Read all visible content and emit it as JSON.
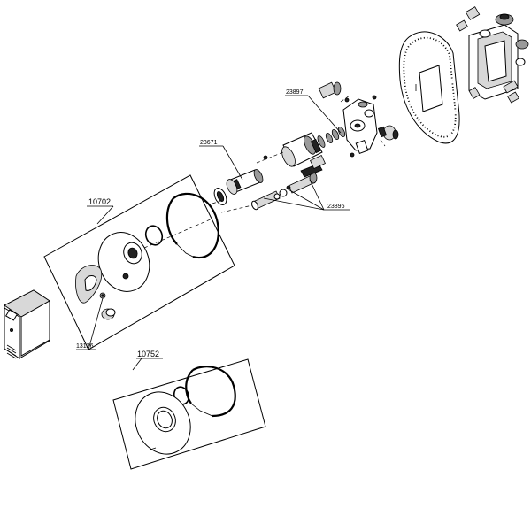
{
  "labels": {
    "cartridge": "23671",
    "body_parts": "23897",
    "valve_parts": "23896",
    "trim_set_a": "10702",
    "trim_set_b": "10752",
    "screw": "13126"
  }
}
